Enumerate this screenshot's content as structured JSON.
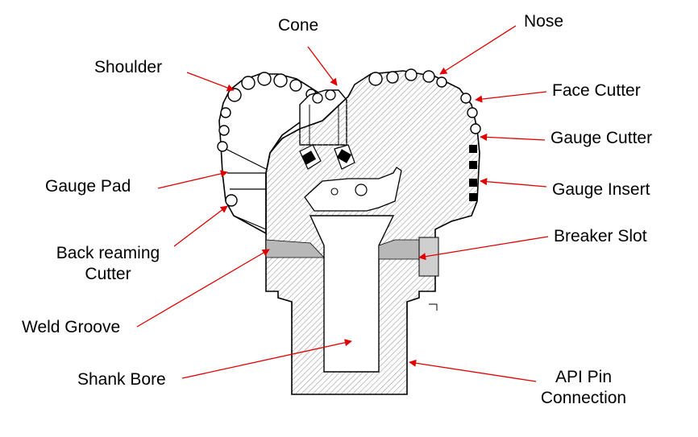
{
  "labels": {
    "cone": "Cone",
    "nose": "Nose",
    "shoulder": "Shoulder",
    "face_cutter": "Face Cutter",
    "gauge_cutter": "Gauge Cutter",
    "gauge_pad": "Gauge Pad",
    "gauge_insert": "Gauge Insert",
    "breaker_slot": "Breaker Slot",
    "back_reaming_1": "Back reaming",
    "back_reaming_2": "Cutter",
    "weld_groove": "Weld Groove",
    "shank_bore": "Shank Bore",
    "api_pin_1": "API Pin",
    "api_pin_2": "Connection"
  },
  "colors": {
    "leader": "#e00000",
    "outline": "#000000",
    "hatch": "#9a9a9a",
    "groove": "#b8b8b8",
    "slot": "#cfcfcf"
  }
}
